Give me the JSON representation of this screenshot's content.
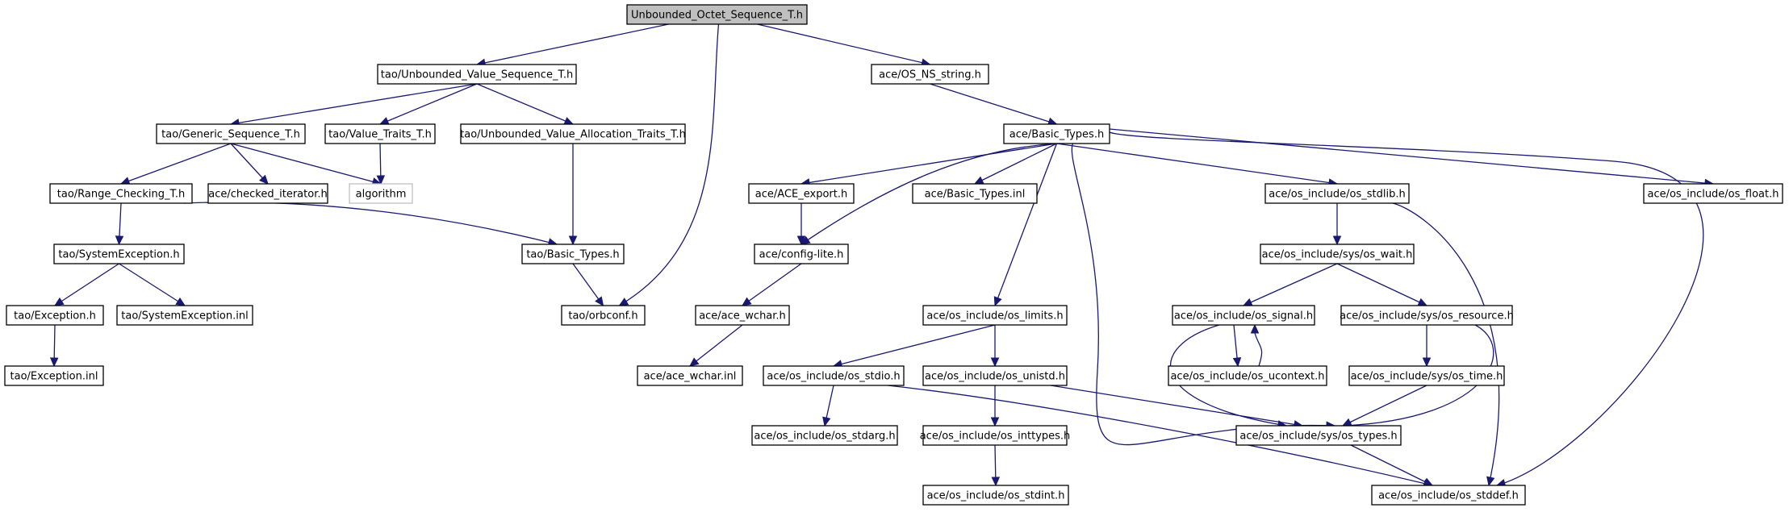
{
  "nodes": {
    "root": "Unbounded_Octet_Sequence_T.h",
    "uvs": "tao/Unbounded_Value_Sequence_T.h",
    "osns": "ace/OS_NS_string.h",
    "gen": "tao/Generic_Sequence_T.h",
    "vt": "tao/Value_Traits_T.h",
    "uva": "tao/Unbounded_Value_Allocation_Traits_T.h",
    "abt": "ace/Basic_Types.h",
    "rc": "tao/Range_Checking_T.h",
    "ci": "ace/checked_iterator.h",
    "alg": "algorithm",
    "aexp": "ace/ACE_export.h",
    "abti": "ace/Basic_Types.inl",
    "stdlib": "ace/os_include/os_stdlib.h",
    "float": "ace/os_include/os_float.h",
    "se": "tao/SystemException.h",
    "tbt": "tao/Basic_Types.h",
    "cfg": "ace/config-lite.h",
    "wait": "ace/os_include/sys/os_wait.h",
    "exc": "tao/Exception.h",
    "sei": "tao/SystemException.inl",
    "orb": "tao/orbconf.h",
    "wchar": "ace/ace_wchar.h",
    "limits": "ace/os_include/os_limits.h",
    "signal": "ace/os_include/os_signal.h",
    "res": "ace/os_include/sys/os_resource.h",
    "exci": "tao/Exception.inl",
    "wchari": "ace/ace_wchar.inl",
    "stdio": "ace/os_include/os_stdio.h",
    "unistd": "ace/os_include/os_unistd.h",
    "uctx": "ace/os_include/os_ucontext.h",
    "time": "ace/os_include/sys/os_time.h",
    "stdarg": "ace/os_include/os_stdarg.h",
    "inttypes": "ace/os_include/os_inttypes.h",
    "types": "ace/os_include/sys/os_types.h",
    "stdint": "ace/os_include/os_stdint.h",
    "stddef": "ace/os_include/os_stddef.h"
  },
  "colors": {
    "edge": "#191970",
    "root_fill": "#bfbfbf",
    "node_border": "#000000",
    "external_border": "#bfbfbf"
  }
}
